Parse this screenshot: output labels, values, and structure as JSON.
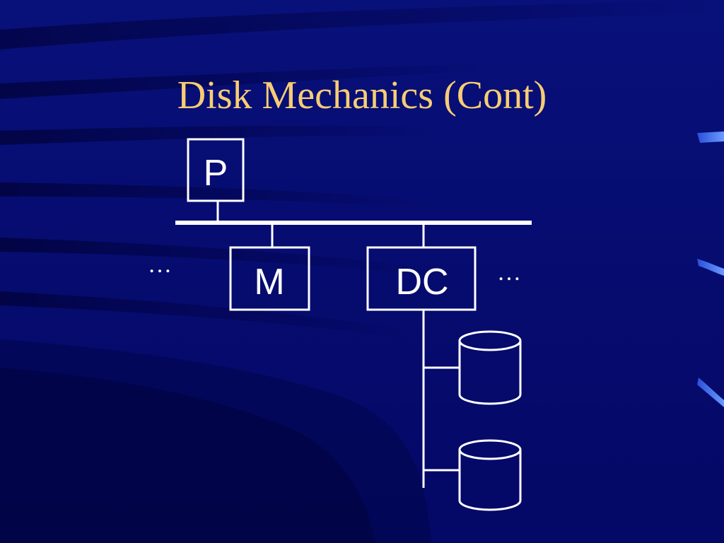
{
  "slide": {
    "title": "Disk Mechanics (Cont)"
  },
  "diagram": {
    "processor_label": "P",
    "memory_label": "M",
    "disk_controller_label": "DC",
    "left_ellipsis": "…",
    "right_ellipsis": "…",
    "disk_count": 2
  },
  "colors": {
    "background": "#060c70",
    "title": "#f7cd74",
    "diagram_lines": "#ffffff",
    "accent_tabs": "#3a6cf0"
  }
}
